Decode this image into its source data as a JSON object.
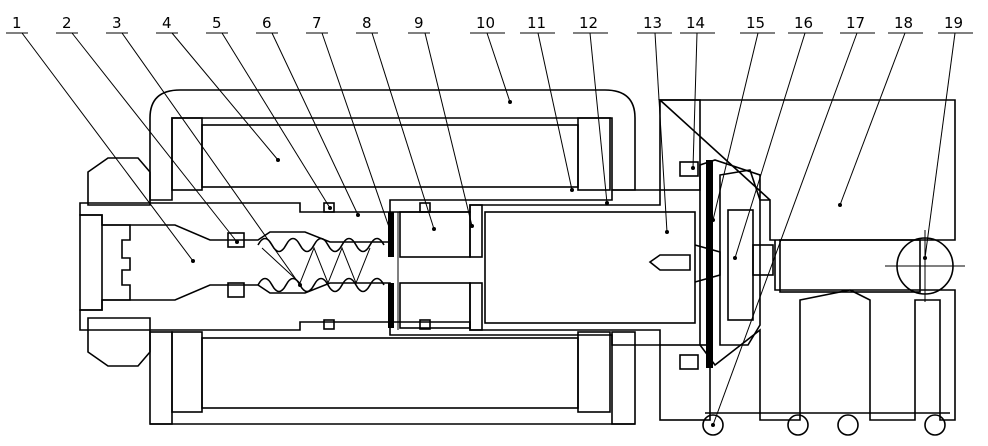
{
  "labels": [
    "1",
    "2",
    "3",
    "4",
    "5",
    "6",
    "7",
    "8",
    "9",
    "10",
    "11",
    "12",
    "13",
    "14",
    "15",
    "16",
    "17",
    "18",
    "19"
  ],
  "colors": {
    "ink": "#000000",
    "paper": "#ffffff"
  }
}
